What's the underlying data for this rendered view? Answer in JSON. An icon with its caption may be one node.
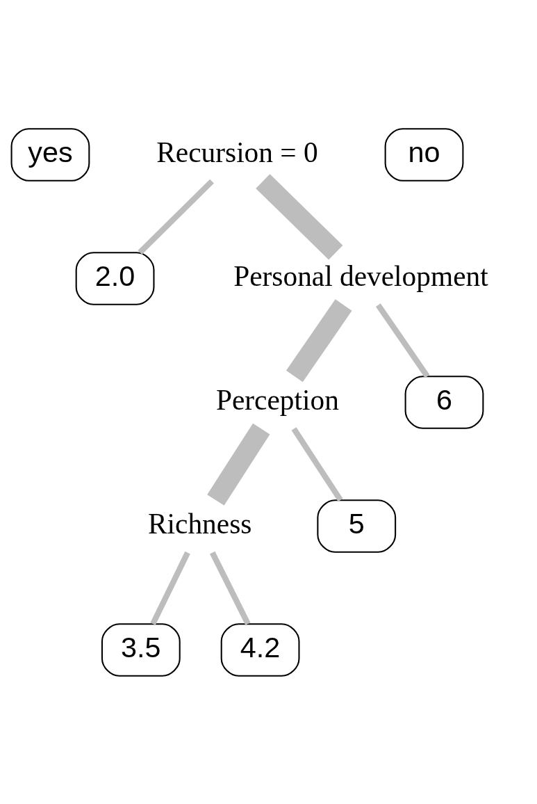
{
  "diagram": {
    "nodes": [
      {
        "text": [
          "yes"
        ]
      },
      {
        "text": [
          "Recursion = 0"
        ]
      },
      {
        "text": [
          "no"
        ]
      },
      {
        "text": [
          "2.0"
        ]
      },
      {
        "text": [
          "Personal development"
        ]
      },
      {
        "text": [
          "Perception"
        ]
      },
      {
        "text": [
          "6"
        ]
      },
      {
        "text": [
          "Richness"
        ]
      },
      {
        "text": [
          "5"
        ]
      },
      {
        "text": [
          "3.5"
        ]
      },
      {
        "text": [
          "4.2"
        ]
      }
    ],
    "edges": [
      {
        "from": 1,
        "to": 3,
        "arrow": "none"
      },
      {
        "from": 1,
        "to": 4,
        "arrow": "none",
        "style": "thick"
      },
      {
        "from": 4,
        "to": 5,
        "arrow": "none",
        "style": "thick"
      },
      {
        "from": 4,
        "to": 6,
        "arrow": "none"
      },
      {
        "from": 5,
        "to": 7,
        "arrow": "none",
        "style": "thick"
      },
      {
        "from": 5,
        "to": 8,
        "arrow": "none"
      },
      {
        "from": 7,
        "to": 9,
        "arrow": "none"
      },
      {
        "from": 7,
        "to": 10,
        "arrow": "none"
      }
    ]
  }
}
